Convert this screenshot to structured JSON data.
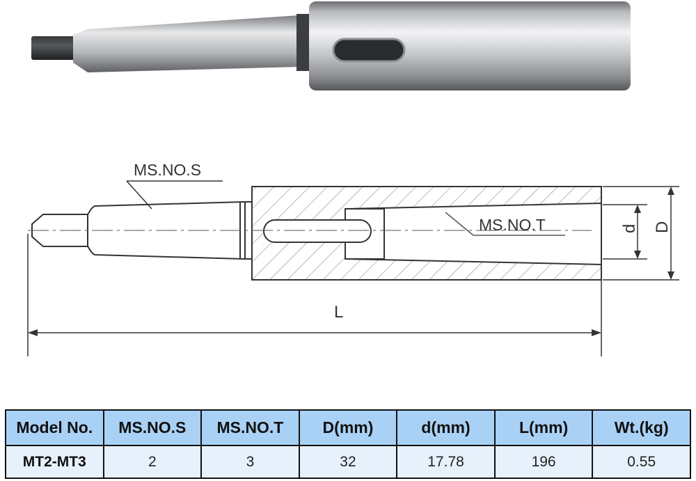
{
  "drawing": {
    "shank_label": "MS.NO.S",
    "bore_label": "MS.NO.T",
    "small_dia_label": "d",
    "outer_dia_label": "D",
    "length_label": "L"
  },
  "table": {
    "headers": [
      "Model No.",
      "MS.NO.S",
      "MS.NO.T",
      "D(mm)",
      "d(mm)",
      "L(mm)",
      "Wt.(kg)"
    ],
    "rows": [
      [
        "MT2-MT3",
        "2",
        "3",
        "32",
        "17.78",
        "196",
        "0.55"
      ]
    ]
  },
  "colors": {
    "header_bg": "#a9d1f5",
    "row_bg": "#e6f1fb",
    "line": "#333333"
  }
}
